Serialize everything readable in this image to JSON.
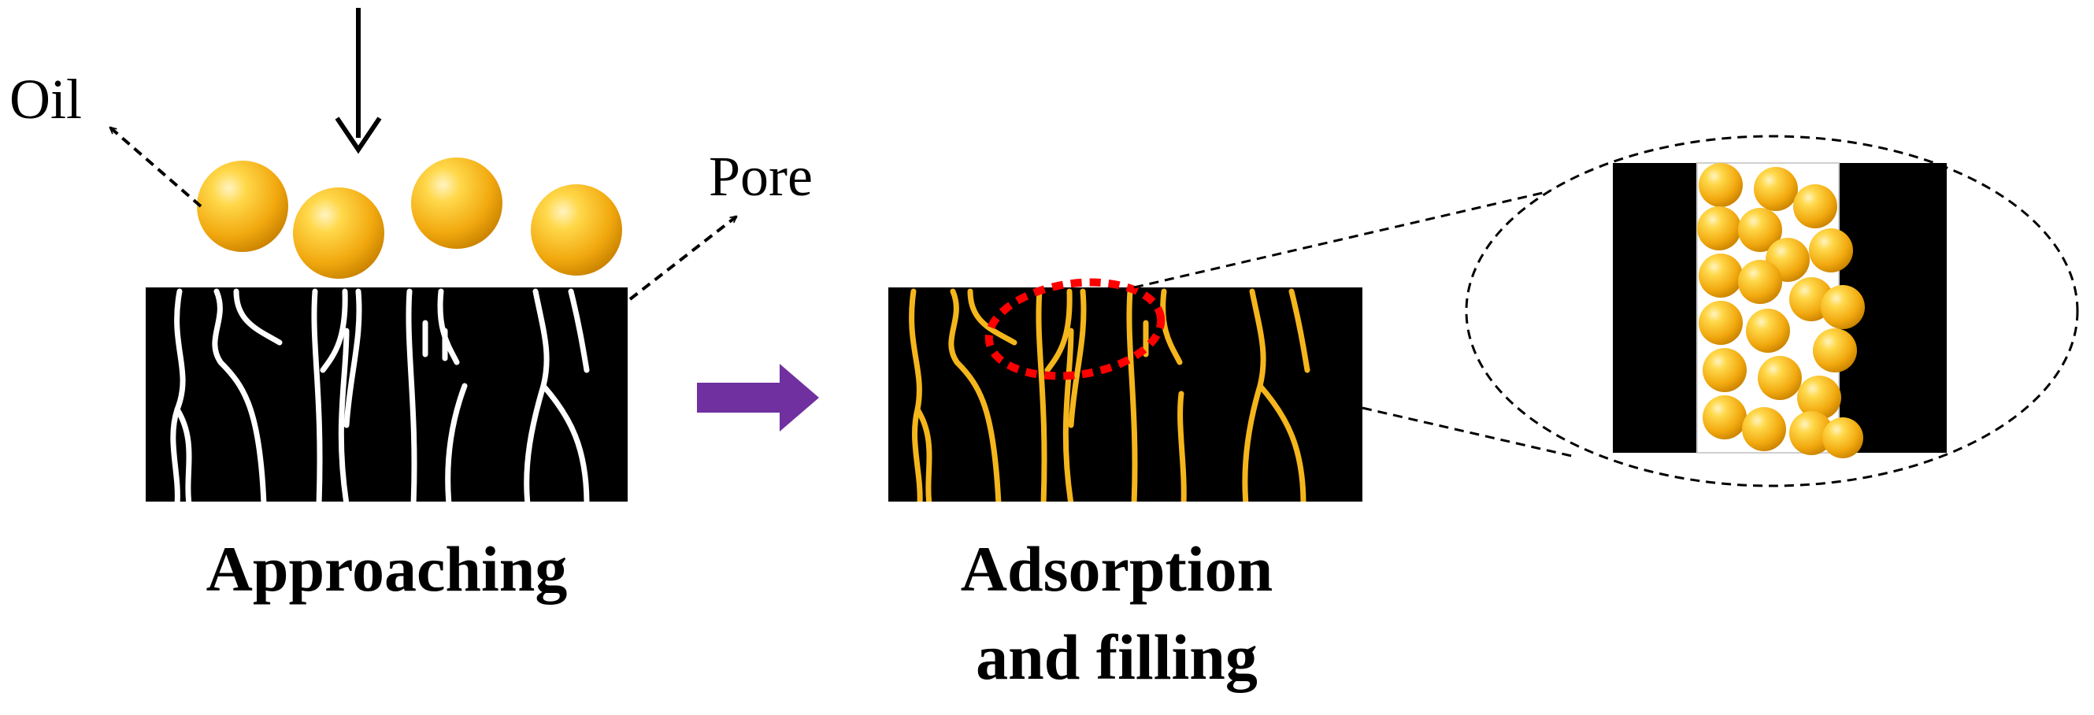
{
  "labels": {
    "oil": "Oil",
    "pore": "Pore",
    "stage_approaching": "Approaching",
    "stage_adsorption_line1": "Adsorption",
    "stage_adsorption_line2": "and filling"
  },
  "colors": {
    "background": "#ffffff",
    "substrate": "#000000",
    "empty_pore": "#ffffff",
    "filled_pore": "#f4b61c",
    "oil_droplet": "#f6b81c",
    "process_arrow": "#7030a0",
    "highlight_circle": "#ff0000",
    "leader_lines": "#000000"
  },
  "icons": {
    "oil_droplet": "sphere",
    "process_arrow": "block-arrow-right",
    "falling_arrow": "arrow-down",
    "zoom_callout": "dashed-ellipse"
  }
}
